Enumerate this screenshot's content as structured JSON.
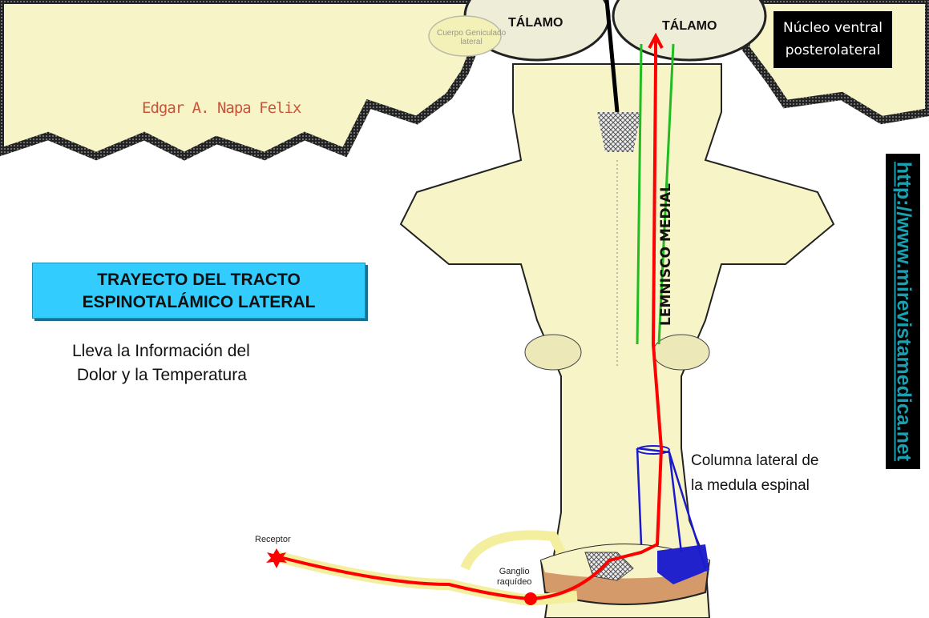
{
  "title": {
    "line1": "TRAYECTO DEL TRACTO",
    "line2": "ESPINOTALÁMICO LATERAL"
  },
  "subtitle": {
    "line1": "Lleva la Información del",
    "line2": "Dolor y la Temperatura"
  },
  "author": "Edgar A. Napa Felix",
  "labels": {
    "talamo_left": "TÁLAMO",
    "talamo_right": "TÁLAMO",
    "nucleo_line1": "Núcleo ventral",
    "nucleo_line2": "posterolateral",
    "cuerpo_geniculado_line1": "Cuerpo Geniculado",
    "cuerpo_geniculado_line2": "lateral",
    "lemnisco": "LEMNISCO MEDIAL",
    "columna_line1": "Columna lateral de",
    "columna_line2": "la medula espinal",
    "receptor": "Receptor",
    "ganglio_line1": "Ganglio",
    "ganglio_line2": "raquídeo"
  },
  "url": "http://www.mirevistamedica.net",
  "colors": {
    "tract": "#ff0000",
    "lemniscus": "#22bb22",
    "column": "#1a1acc",
    "title_box": "#33ccff",
    "tissue": "#f7f5c8"
  }
}
